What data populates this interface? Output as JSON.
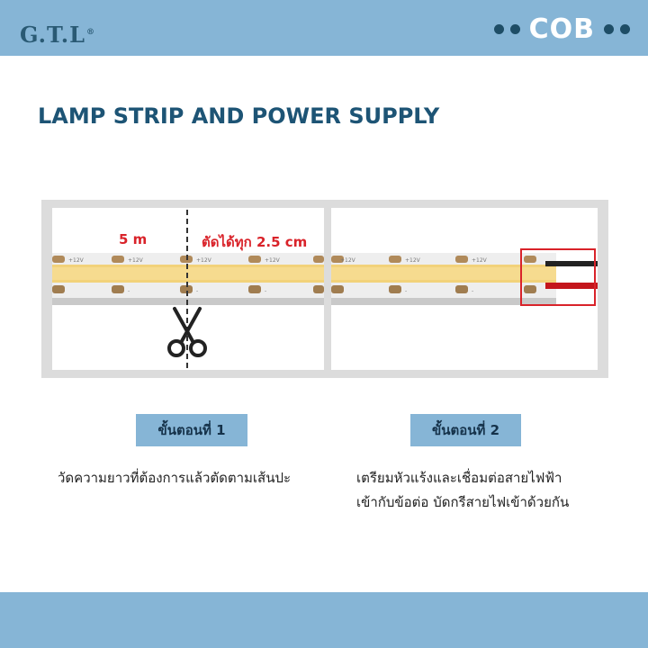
{
  "header": {
    "brand": "G.T.L",
    "brand_mark": "®",
    "product": "COB"
  },
  "title": "LAMP STRIP AND POWER SUPPLY",
  "diagram": {
    "length_label": "5 m",
    "cut_label": "ตัดได้ทุก 2.5 cm",
    "strip_marks": [
      "+12V",
      "-"
    ]
  },
  "steps": [
    {
      "label": "ขั้นตอนที่ 1",
      "description": [
        "วัดความยาวที่ต้องการแล้วตัดตามเส้นปะ"
      ]
    },
    {
      "label": "ขั้นตอนที่ 2",
      "description": [
        "เตรียมหัวแร้งและเชื่อมต่อสายไฟฟ้า",
        "เข้ากับข้อต่อ บัดกรีสายไฟเข้าด้วยกัน"
      ]
    }
  ],
  "colors": {
    "bar": "#86b5d6",
    "title": "#1d5475",
    "highlight": "#d9232a",
    "strip": "#f2d27a"
  }
}
